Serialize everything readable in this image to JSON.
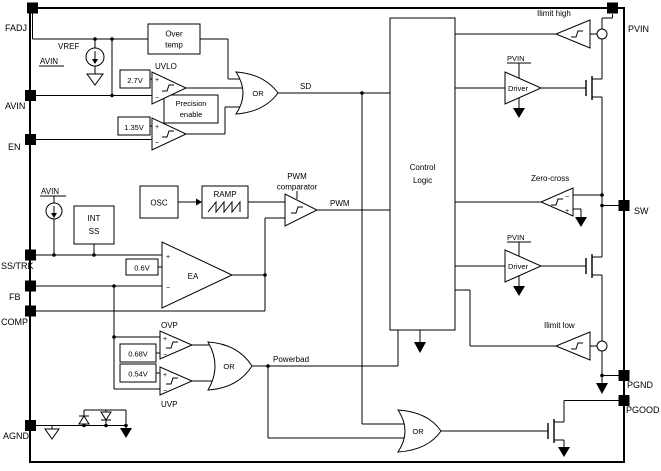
{
  "pins": {
    "left": {
      "fadj": "FADJ",
      "avin": "AVIN",
      "en": "EN",
      "ss_trk": "SS/TRK",
      "fb": "FB",
      "comp": "COMP",
      "agnd": "AGND"
    },
    "right": {
      "pvin": "PVIN",
      "sw": "SW",
      "pgnd": "PGND",
      "pgood": "PGOOD"
    }
  },
  "net_labels": {
    "avin_vref": "AVIN",
    "avin_ss": "AVIN",
    "sd": "SD",
    "pwm": "PWM",
    "powerbad": "Powerbad"
  },
  "blocks": {
    "vref": "VREF",
    "over_temp": {
      "line1": "Over",
      "line2": "temp"
    },
    "uvlo": {
      "label": "UVLO",
      "threshold": "2.7V"
    },
    "precision_enable": {
      "line1": "Precision",
      "line2": "enable",
      "threshold": "1.35V"
    },
    "or_shutdown": "OR",
    "osc": "OSC",
    "ramp": "RAMP",
    "pwm_comparator": {
      "line1": "PWM",
      "line2": "comparator"
    },
    "int_ss": {
      "line1": "INT",
      "line2": "SS"
    },
    "error_amp": {
      "label": "EA",
      "reference": "0.6V"
    },
    "ovp": {
      "label": "OVP",
      "threshold": "0.68V"
    },
    "uvp": {
      "label": "UVP",
      "threshold": "0.54V"
    },
    "or_powerbad": "OR",
    "control_logic": {
      "line1": "Control",
      "line2": "Logic"
    },
    "ilimit_high": "Ilimit high",
    "driver_high": {
      "label": "Driver",
      "supply": "PVIN"
    },
    "zero_cross": "Zero-cross",
    "driver_low": {
      "label": "Driver",
      "supply": "PVIN"
    },
    "ilimit_low": "Ilimit low",
    "or_pgood": "OR"
  },
  "signs": {
    "plus": "+",
    "minus": "−"
  }
}
